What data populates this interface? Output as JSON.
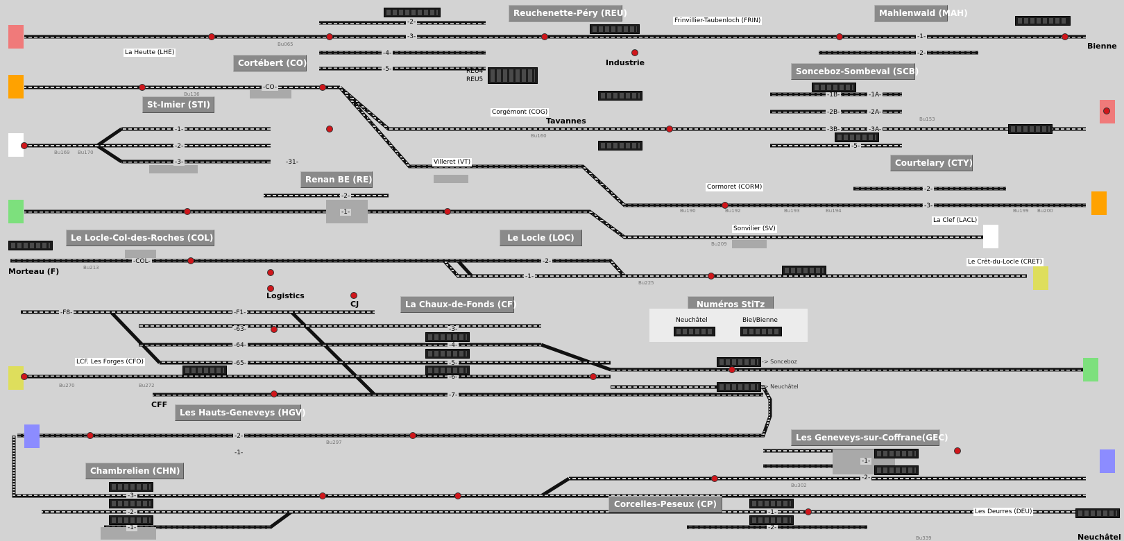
{
  "stations": [
    {
      "id": "reu",
      "name": "Reuchenette-Péry (REU)"
    },
    {
      "id": "mah",
      "name": "Mahlenwald (MAH)"
    },
    {
      "id": "co",
      "name": "Cortébert (CO)"
    },
    {
      "id": "scb",
      "name": "Sonceboz-Sombeval (SCB)"
    },
    {
      "id": "sti",
      "name": "St-Imier (STI)"
    },
    {
      "id": "re",
      "name": "Renan BE (RE)"
    },
    {
      "id": "cty",
      "name": "Courtelary (CTY)"
    },
    {
      "id": "col",
      "name": "Le Locle-Col-des-Roches (COL)"
    },
    {
      "id": "loc",
      "name": "Le Locle (LOC)"
    },
    {
      "id": "cf",
      "name": "La Chaux-de-Fonds (CF)"
    },
    {
      "id": "stitz",
      "name": "Numéros StiTz"
    },
    {
      "id": "hgv",
      "name": "Les Hauts-Geneveys (HGV)"
    },
    {
      "id": "gec",
      "name": "Les Geneveys-sur-Coffrane(GEC)"
    },
    {
      "id": "chn",
      "name": "Chambrelien (CHN)"
    },
    {
      "id": "cp",
      "name": "Corcelles-Peseux (CP)"
    }
  ],
  "labels": {
    "lhe": "La Heutte (LHE)",
    "frin": "Frinvillier-Taubenloch (FRIN)",
    "cog": "Corgémont (COG)",
    "vt": "Villeret (VT)",
    "corm": "Cormoret (CORM)",
    "lacl": "La Clef (LACL)",
    "sv": "Sonvilier (SV)",
    "cret": "Le Crêt-du-Locle (CRET)",
    "cfo": "LCF. Les Forges (CFO)",
    "deu": "Les Deurres (DEU)",
    "reu4": "REU4",
    "reu5": "REU5"
  },
  "terminals": {
    "bienne": "Bienne",
    "industrie": "Industrie",
    "tavannes": "Tavannes",
    "morteau": "Morteau (F)",
    "logistics": "Logistics",
    "cj": "CJ",
    "cff": "CFF",
    "neuchatel": "Neuchâtel"
  },
  "tracks": {
    "reu": [
      "-2-",
      "-3-",
      "-4-",
      "-5-"
    ],
    "mah": [
      "-1-",
      "-2-"
    ],
    "co": "-CO-",
    "scb_left": [
      "-1B-",
      "-2B-",
      "-3B-"
    ],
    "scb_right": [
      "-1A-",
      "-2A-",
      "-3A-",
      "-5-"
    ],
    "sti": [
      "-1-",
      "-2-",
      "-3-",
      "-31-"
    ],
    "re": [
      "-2-",
      "-1-"
    ],
    "cty": [
      "-2-",
      "-3-"
    ],
    "col": "-COL-",
    "loc": [
      "-2-",
      "-1-"
    ],
    "cf_left": [
      "-F8-",
      "-F1-",
      "-63-",
      "-64-",
      "-65-"
    ],
    "cf_right": [
      "-3-",
      "-4-",
      "-5-",
      "-6-",
      "-7-"
    ],
    "hgv": [
      "-2-",
      "-1-"
    ],
    "gec": [
      "-1-",
      "-2-"
    ],
    "chn": [
      "-3-",
      "-2-",
      "-1-"
    ],
    "cp": [
      "-1-",
      "-2-"
    ]
  },
  "stitz": {
    "neuchatel": "Neuchâtel",
    "biel": "Biel/Bienne"
  },
  "destinations": {
    "sonceboz": "-> Sonceboz",
    "neuchatel": "-> Neuchâtel"
  },
  "colors": {
    "background": "#d3d3d3",
    "banner": "#8a8a8a",
    "signal_red": "#d0161b",
    "signal_green": "#1ea11e",
    "edge_red": "#f07a7a",
    "edge_orange": "#ffa200",
    "edge_green": "#7de07d",
    "edge_yellow": "#dede5c",
    "edge_blue": "#8c8cff",
    "edge_white": "#ffffff"
  }
}
